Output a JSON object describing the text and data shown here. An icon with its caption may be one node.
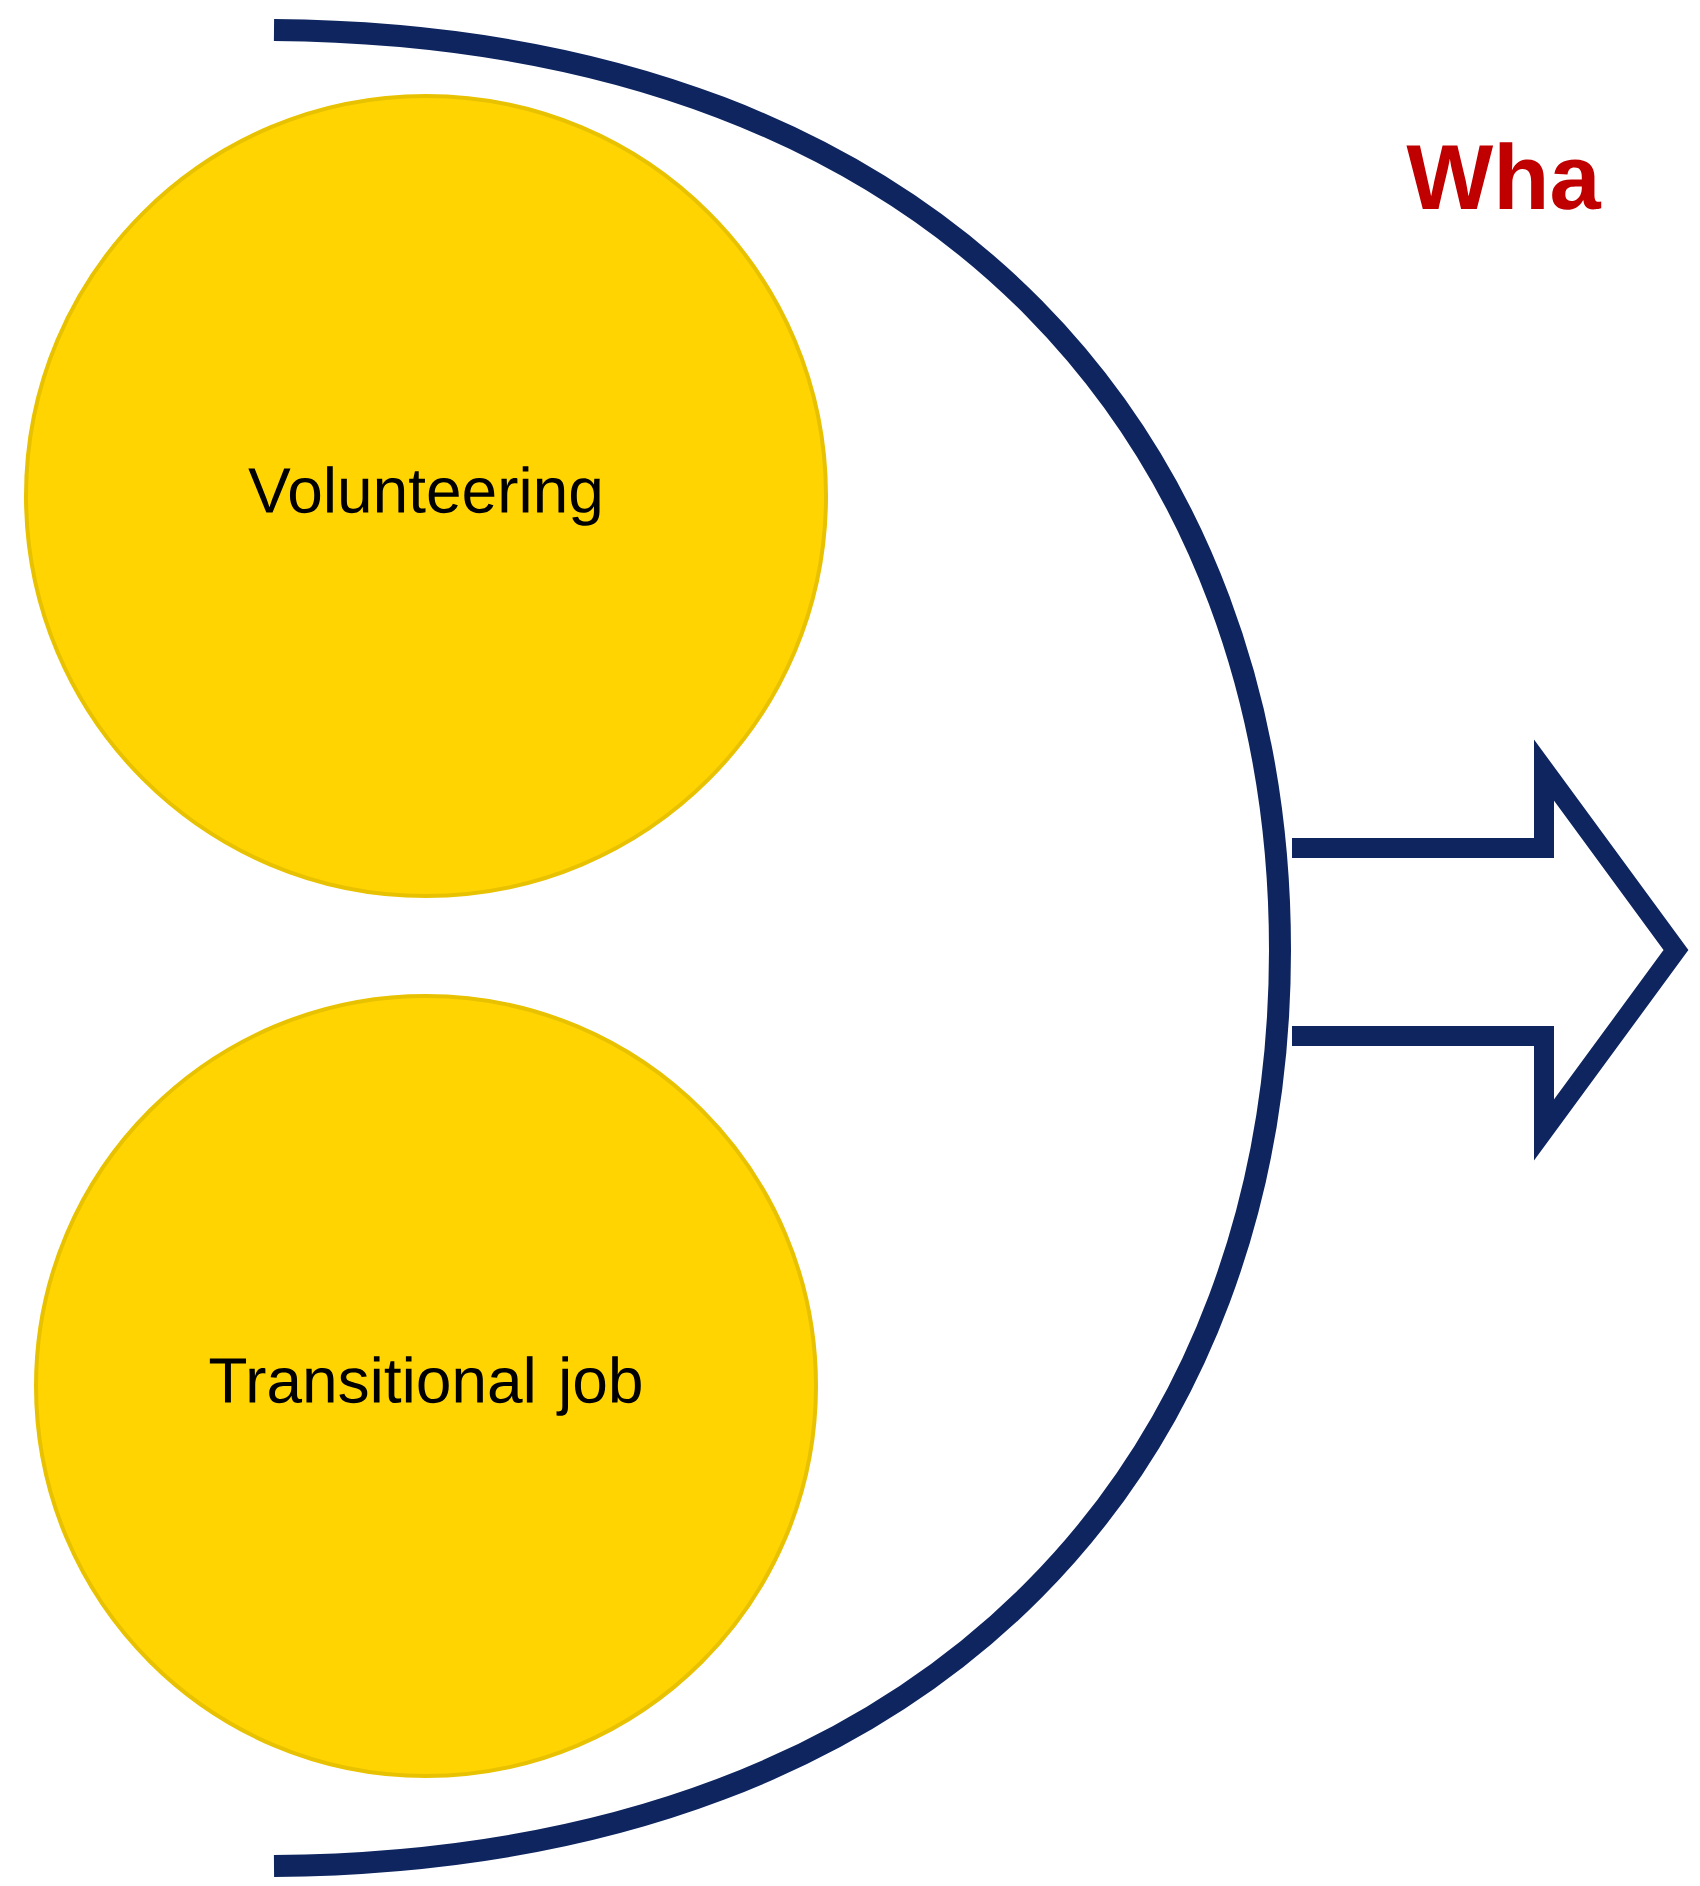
{
  "diagram": {
    "title": "Wha",
    "nodes": [
      {
        "text": [
          "Volunteering"
        ]
      },
      {
        "text": [
          "Transitional job"
        ]
      }
    ]
  }
}
